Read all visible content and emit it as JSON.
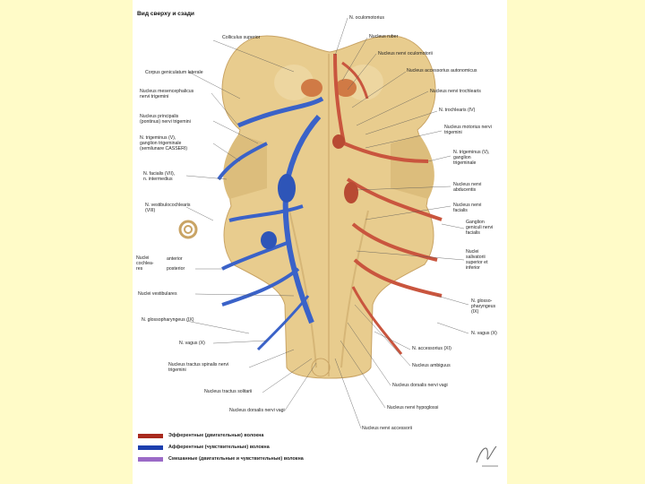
{
  "title": "Вид сверху и сзади",
  "labels_left": [
    "Colliculus superior",
    "Corpus geniculatum laterale",
    "Nucleus mesencephalicus\nnervi trigemini",
    "Nucleus principalis\n(pontinus) nervi trigemini",
    "N. trigeminus (V),\nganglion trigeminale\n(semilunare CASSERI)",
    "N. facialis (VII),\nn. intermedius",
    "N. vestibulocochlearis\n(VIII)",
    "Nuclei\ncochlea-\nres",
    "anterior",
    "posterior",
    "Nuclei vestibulares",
    "N. glossopharyngeus (IX)",
    "N. vagus (X)",
    "Nucleus tractus spinalis nervi\ntrigemini",
    "Nucleus tractus solitarii",
    "Nucleus dorsalis nervi vagi"
  ],
  "labels_right": [
    "N. oculomotorius",
    "Nucleus ruber",
    "Nucleus nervi oculomotorii",
    "Nucleus accessorius autonomicus",
    "Nucleus nervi trochlearis",
    "N. trochlearis (IV)",
    "Nucleus motorius nervi\ntrigemini",
    "N. trigeminus (V),\nganglion\ntrigeminale",
    "Nucleus nervi\nabducentis",
    "Nucleus nervi\nfacialis",
    "Ganglion\ngeniculi nervi\nfacialis",
    "Nuclei\nsalivatorii\nsuperior et\ninferior",
    "N. glosso-\npharyngeus\n(IX)",
    "N. vagus (X)",
    "N. accessorius (XI)",
    "Nucleus ambiguus",
    "Nucleus dorsalis nervi vagi",
    "Nucleus nervi hypoglossi",
    "Nucleus nervi accessorii"
  ],
  "legend": [
    {
      "text": "Эфферентные (двигательные) волокна",
      "color": "#a82a1e"
    },
    {
      "text": "Афферентные (чувствительные) волокна",
      "color": "#1d3fae"
    },
    {
      "text": "Смешанные (двигательные и чувствительные) волокна",
      "color": "#9b6ac7"
    }
  ],
  "colors": {
    "page_bg": "#fffbc8",
    "brainstem": "#e8cc8e",
    "efferent": "#c9553e",
    "afferent": "#3a62c8"
  }
}
